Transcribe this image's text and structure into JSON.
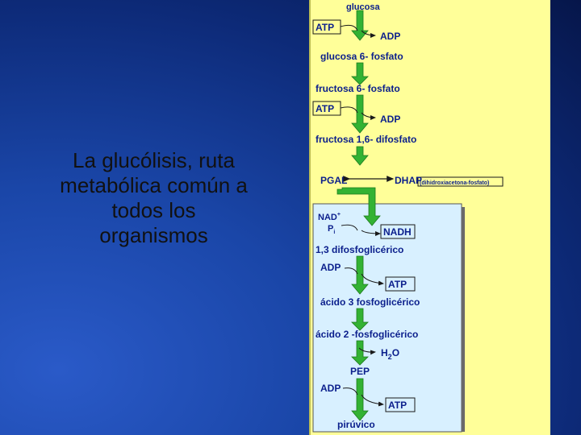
{
  "slide": {
    "title_lines": [
      "La glucólisis, ruta",
      "metabólica común a",
      "todos los",
      "organismos"
    ]
  },
  "diagram": {
    "panel_color": "#ffff99",
    "inner_box_color": "#d8f0ff",
    "arrow_color": "#33b233",
    "text_color": "#0b1f8c",
    "nodes": {
      "glucosa": "glucosa",
      "atp_1": "ATP",
      "adp_1": "ADP",
      "glucosa_6_fosfato": "glucosa 6- fosfato",
      "fructosa_6_fosfato": "fructosa 6- fosfato",
      "atp_2": "ATP",
      "adp_2": "ADP",
      "fructosa_16_difosfato": "fructosa 1,6- difosfato",
      "pgal": "PGAL",
      "dhap": "DHAP",
      "dhap_note": "(dihidroxiacetona-fosfato)",
      "nad_base": "NAD",
      "nad_sup": "+",
      "pi_base": "P",
      "pi_sub": "i",
      "nadh": "NADH",
      "difosfoglicerico": "1,3 difosfoglicérico",
      "adp_3": "ADP",
      "atp_3": "ATP",
      "acido_3": "ácido 3 fosfoglicérico",
      "acido_2": "ácido 2 -fosfoglicérico",
      "h2o_base": "H",
      "h2o_sub": "2",
      "h2o_end": "O",
      "pep": "PEP",
      "adp_4": "ADP",
      "atp_4": "ATP",
      "piruvico": "pirúvico"
    }
  }
}
